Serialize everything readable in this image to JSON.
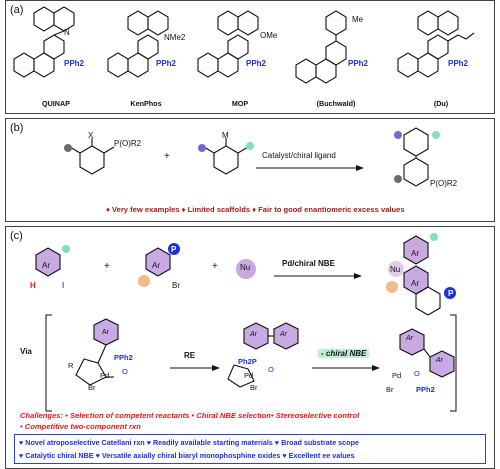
{
  "panel_a": {
    "label": "(a)",
    "ligands": [
      {
        "name": "QUINAP",
        "group": "PPh2"
      },
      {
        "name": "KenPhos",
        "group": "PPh2",
        "sub": "NMe2"
      },
      {
        "name": "MOP",
        "group": "PPh2",
        "sub": "OMe"
      },
      {
        "name": "(Buchwald)",
        "group": "PPh2",
        "sub": "Me"
      },
      {
        "name": "(Du)",
        "group": "PPh2"
      }
    ]
  },
  "panel_b": {
    "label": "(b)",
    "reagent1_x": "X",
    "reagent1_group": "P(O)R2",
    "plus": "+",
    "reagent2_m": "M",
    "arrow_label": "Catalyst/chiral ligand",
    "product_group": "P(O)R2",
    "limitations": "♦ Very few examples ♦ Limited scaffolds ♦ Fair to good enantiomeric excess values"
  },
  "panel_c": {
    "label": "(c)",
    "ar": "Ar",
    "h": "H",
    "i": "I",
    "p": "P",
    "br": "Br",
    "nu": "Nu",
    "plus": "+",
    "arrow_label": "Pd/chiral NBE",
    "via": "Via",
    "re": "RE",
    "minus_nbe": "- chiral NBE",
    "pph2": "PPh2",
    "ph2p": "Ph2P",
    "pd": "Pd",
    "o": "O",
    "r": "R",
    "challenges_title": "Challenges:",
    "challenges_1": "• Selection of competent reactants  • Chiral NBE selection• Stereoselective control",
    "challenges_2": "• Competitive two-component rxn",
    "highlights_1": "♥ Novel atroposelective Catellani rxn  ♥ Readily available starting materials  ♥ Broad substrate scope",
    "highlights_2": "♥ Catalytic chiral NBE  ♥ Versatile axially chiral biaryl monophosphine oxides  ♥ Excellent ee values"
  },
  "colors": {
    "blue": "#1e2fe0",
    "red": "#a61c1c",
    "bright_red": "#e01b1b",
    "ar_fill": "#c9a9e2",
    "orange": "#f5b98a",
    "green": "#7fe3b5",
    "grey": "#6b6b6b"
  }
}
